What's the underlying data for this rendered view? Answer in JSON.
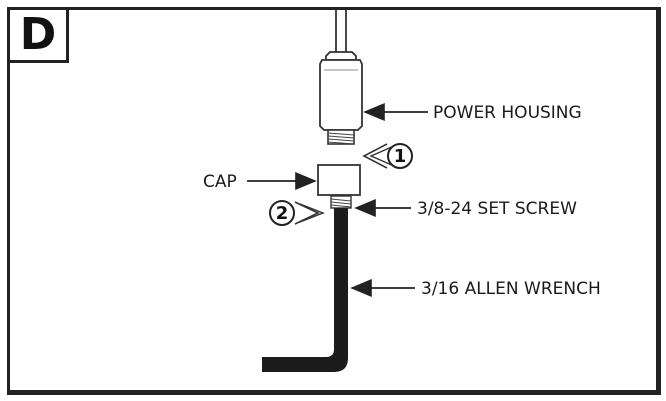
{
  "panel": {
    "letter": "D"
  },
  "labels": {
    "power_housing": "POWER HOUSING",
    "cap": "CAP",
    "set_screw": "3/8-24 SET SCREW",
    "allen_wrench": "3/16 ALLEN WRENCH"
  },
  "steps": {
    "one": "1",
    "two": "2"
  },
  "colors": {
    "ink": "#222222",
    "paper": "#ffffff"
  }
}
